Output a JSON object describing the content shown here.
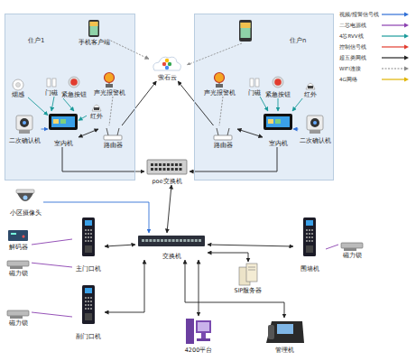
{
  "diagram": {
    "nodes": [
      {
        "text": [
          "住户1"
        ]
      },
      {
        "text": [
          "手机客户端"
        ],
        "in": 0
      },
      {
        "text": [
          "门磁"
        ],
        "in": 0
      },
      {
        "text": [
          "紧急按钮"
        ],
        "in": 0
      },
      {
        "text": [
          "声光报警机"
        ],
        "in": 0
      },
      {
        "text": [
          "烟感"
        ],
        "in": 0
      },
      {
        "text": [
          "红外"
        ],
        "in": 0
      },
      {
        "text": [
          "室内机"
        ],
        "in": 0
      },
      {
        "text": [
          "二次确认机"
        ],
        "in": 0
      },
      {
        "text": [
          "路由器"
        ],
        "in": 0
      },
      {
        "text": [
          "萤石云"
        ]
      },
      {
        "text": [
          "住户n"
        ]
      },
      {
        "text": [
          "声光报警机"
        ],
        "in": 11
      },
      {
        "text": [
          "门磁"
        ],
        "in": 11
      },
      {
        "text": [
          "紧急按钮"
        ],
        "in": 11
      },
      {
        "text": [
          "红外"
        ],
        "in": 11
      },
      {
        "text": [
          "路由器"
        ],
        "in": 11
      },
      {
        "text": [
          "室内机"
        ],
        "in": 11
      },
      {
        "text": [
          "二次确认机"
        ],
        "in": 11
      },
      {
        "text": [
          "poe交换机"
        ]
      },
      {
        "text": [
          "小区摄像头"
        ]
      },
      {
        "text": [
          "解码器"
        ]
      },
      {
        "text": [
          "磁力锁"
        ]
      },
      {
        "text": [
          "主门口机"
        ]
      },
      {
        "text": [
          "磁力锁"
        ]
      },
      {
        "text": [
          "副门口机"
        ]
      },
      {
        "text": [
          "交换机"
        ]
      },
      {
        "text": [
          "围墙机"
        ]
      },
      {
        "text": [
          "磁力锁"
        ]
      },
      {
        "text": [
          "SIP服务器"
        ]
      },
      {
        "text": [
          "4200平台"
        ]
      },
      {
        "text": [
          "管理机"
        ]
      }
    ],
    "edges": [
      {
        "from": 1,
        "to": 10,
        "arrow": "to"
      },
      {
        "from": 9,
        "to": 10,
        "arrow": "to"
      },
      {
        "from": 16,
        "to": 10,
        "arrow": "to"
      },
      {
        "from": 7,
        "to": 9,
        "arrow": "both"
      },
      {
        "from": 2,
        "to": 7,
        "arrow": "to"
      },
      {
        "from": 3,
        "to": 7,
        "arrow": "to"
      },
      {
        "from": 5,
        "to": 7,
        "arrow": "to"
      },
      {
        "from": 6,
        "to": 7,
        "arrow": "to"
      },
      {
        "from": 8,
        "to": 7,
        "arrow": "to"
      },
      {
        "from": 4,
        "to": 9,
        "arrow": "none"
      },
      {
        "from": 7,
        "to": 19,
        "arrow": "to"
      },
      {
        "from": 17,
        "to": 19,
        "arrow": "to"
      },
      {
        "from": 16,
        "to": 17,
        "arrow": "both"
      },
      {
        "from": 12,
        "to": 16,
        "arrow": "none"
      },
      {
        "from": 13,
        "to": 17,
        "arrow": "to"
      },
      {
        "from": 14,
        "to": 17,
        "arrow": "to"
      },
      {
        "from": 15,
        "to": 17,
        "arrow": "to"
      },
      {
        "from": 18,
        "to": 17,
        "arrow": "to"
      },
      {
        "from": 19,
        "to": 26,
        "arrow": "both"
      },
      {
        "from": 20,
        "to": 26,
        "arrow": "to"
      },
      {
        "from": 23,
        "to": 26,
        "arrow": "both"
      },
      {
        "from": 25,
        "to": 26,
        "arrow": "both"
      },
      {
        "from": 21,
        "to": 23,
        "arrow": "none"
      },
      {
        "from": 22,
        "to": 23,
        "arrow": "none"
      },
      {
        "from": 24,
        "to": 25,
        "arrow": "none"
      },
      {
        "from": 27,
        "to": 26,
        "arrow": "both"
      },
      {
        "from": 28,
        "to": 27,
        "arrow": "none"
      },
      {
        "from": 29,
        "to": 26,
        "arrow": "both"
      },
      {
        "from": 30,
        "to": 26,
        "arrow": "both"
      },
      {
        "from": 31,
        "to": 26,
        "arrow": "both"
      }
    ],
    "legend": [
      {
        "text": "视频/报警信号线"
      },
      {
        "text": "二芯电源线"
      },
      {
        "text": "4芯RVV线"
      },
      {
        "text": "控制信号线"
      },
      {
        "text": "超五类网线"
      },
      {
        "text": "WIFI连接"
      },
      {
        "text": "4G网络"
      }
    ]
  }
}
